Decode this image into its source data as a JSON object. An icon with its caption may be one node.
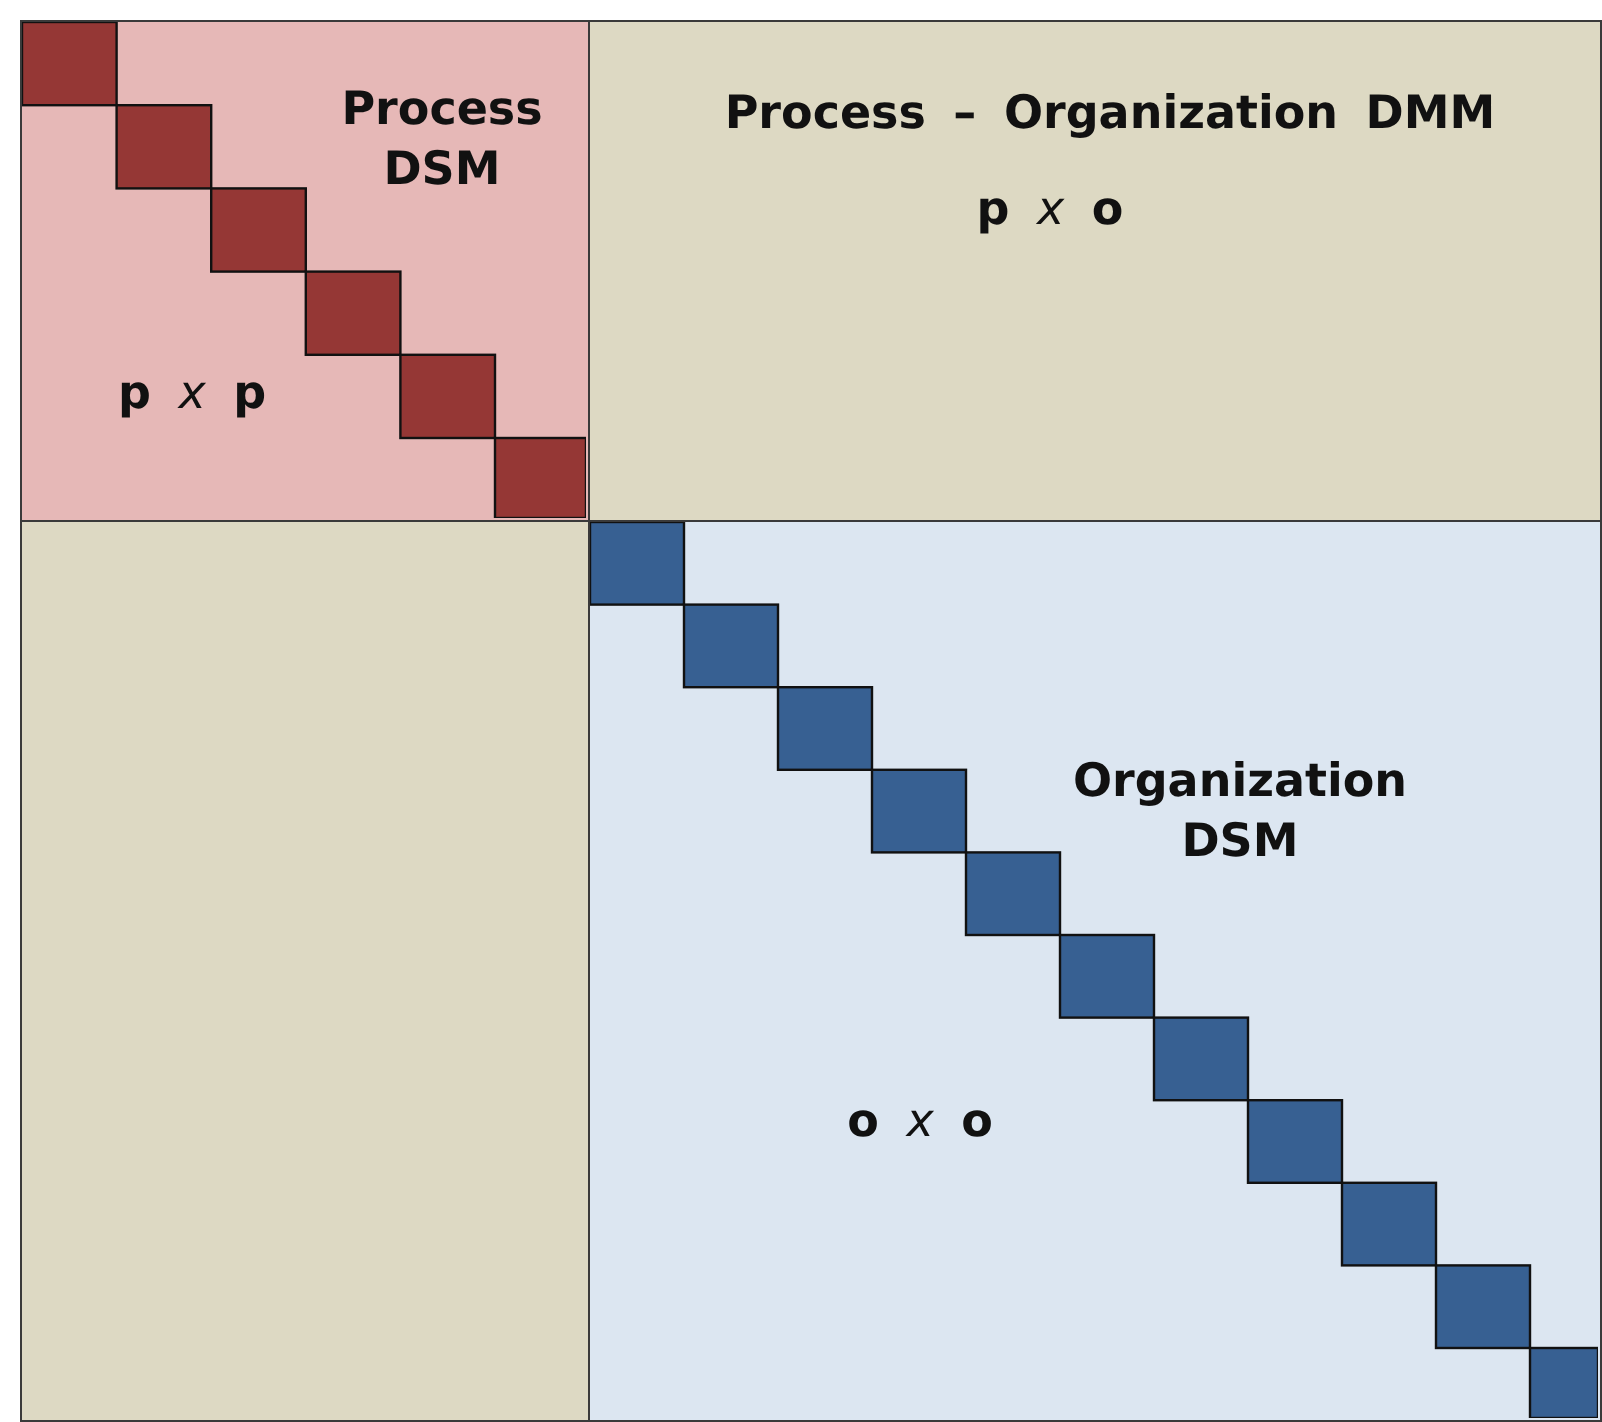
{
  "diagram": {
    "nodes": [
      {
        "text": [
          "Process DSM",
          "**p** *x* **p**"
        ]
      },
      {
        "text": [
          "Process – Organization DMM",
          "**p** *x* **o**"
        ]
      },
      {
        "text": [],
        "shape": "box"
      },
      {
        "text": [
          "Organization DSM",
          "**o** *x* **o**"
        ]
      }
    ]
  }
}
